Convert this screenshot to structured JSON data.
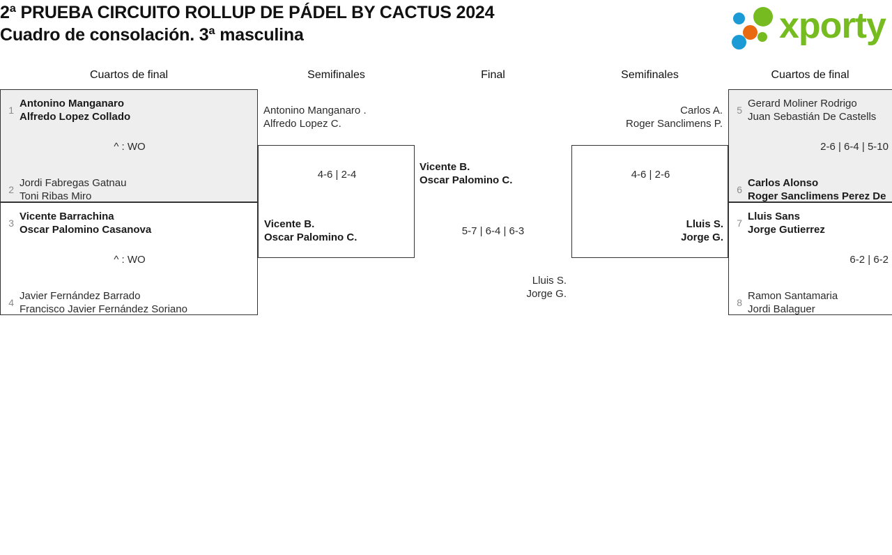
{
  "header": {
    "title_line1": "2ª PRUEBA CIRCUITO ROLLUP DE PÁDEL BY CACTUS 2024",
    "title_line2": "Cuadro de consolación. 3ª masculina",
    "logo_text": "xporty"
  },
  "columns": [
    {
      "label": "Cuartos de final"
    },
    {
      "label": "Semifinales"
    },
    {
      "label": "Final"
    },
    {
      "label": "Semifinales"
    },
    {
      "label": "Cuartos de final"
    }
  ],
  "left_quarterfinals": [
    {
      "top": {
        "seed": "1",
        "player1": "Antonino Manganaro",
        "player2": "Alfredo Lopez Collado",
        "winner": true
      },
      "bottom": {
        "seed": "2",
        "player1": "Jordi Fabregas Gatnau",
        "player2": "Toni Ribas Miro",
        "winner": false
      },
      "score": "^ : WO"
    },
    {
      "top": {
        "seed": "3",
        "player1": "Vicente Barrachina",
        "player2": "Oscar Palomino Casanova",
        "winner": true
      },
      "bottom": {
        "seed": "4",
        "player1": "Javier Fernández Barrado",
        "player2": "Francisco Javier Fernández Soriano",
        "winner": false
      },
      "score": "^ : WO"
    }
  ],
  "left_semifinal": {
    "top": {
      "player1": "Antonino Manganaro .",
      "player2": "Alfredo Lopez C.",
      "winner": false
    },
    "bottom": {
      "player1": "Vicente B.",
      "player2": "Oscar Palomino C.",
      "winner": true
    },
    "score": "4-6 | 2-4"
  },
  "final": {
    "left": {
      "player1": "Vicente B.",
      "player2": "Oscar Palomino C.",
      "winner": true
    },
    "right": {
      "player1": "Lluis S.",
      "player2": "Jorge G.",
      "winner": false
    },
    "score": "5-7 | 6-4 | 6-3"
  },
  "right_semifinal": {
    "top": {
      "player1": "Carlos A.",
      "player2": "Roger Sanclimens P.",
      "winner": false
    },
    "bottom": {
      "player1": "Lluis S.",
      "player2": "Jorge G.",
      "winner": true
    },
    "score": "4-6 | 2-6"
  },
  "right_quarterfinals": [
    {
      "top": {
        "seed": "5",
        "player1": "Gerard Moliner Rodrigo",
        "player2": "Juan Sebastián De Castells",
        "winner": false
      },
      "bottom": {
        "seed": "6",
        "player1": "Carlos Alonso",
        "player2": "Roger Sanclimens Perez De",
        "winner": true
      },
      "score": "2-6 | 6-4 | 5-10"
    },
    {
      "top": {
        "seed": "7",
        "player1": "Lluis Sans",
        "player2": "Jorge Gutierrez",
        "winner": true
      },
      "bottom": {
        "seed": "8",
        "player1": "Ramon Santamaria",
        "player2": "Jordi Balaguer",
        "winner": false
      },
      "score": "6-2 | 6-2"
    }
  ]
}
